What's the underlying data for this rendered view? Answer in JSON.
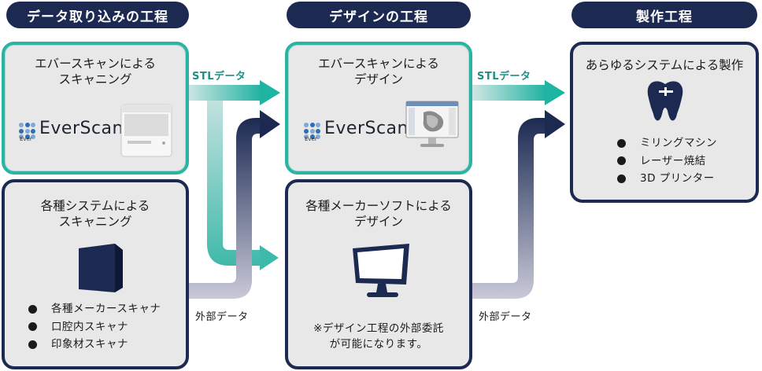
{
  "headers": {
    "data_capture": "データ取り込みの工程",
    "design": "デザインの工程",
    "production": "製作工程"
  },
  "cards": {
    "everscan_scan": {
      "line1": "エバースキャンによる",
      "line2": "スキャニング",
      "logo_word": "EverScan",
      "logo_small": "Ever"
    },
    "various_scan": {
      "line1": "各種システムによる",
      "line2": "スキャニング",
      "bullets": [
        "各種メーカースキャナ",
        "口腔内スキャナ",
        "印象材スキャナ"
      ]
    },
    "everscan_design": {
      "line1": "エバースキャンによる",
      "line2": "デザイン",
      "logo_word": "EverScan",
      "logo_small": "Ever"
    },
    "maker_design": {
      "line1": "各種メーカーソフトによる",
      "line2": "デザイン",
      "note1": "※デザイン工程の外部委託",
      "note2": "が可能になります。"
    },
    "production": {
      "title": "あらゆるシステムによる製作",
      "bullets": [
        "ミリングマシン",
        "レーザー焼結",
        "3D プリンター"
      ]
    }
  },
  "flows": {
    "stl_1": "STLデータ",
    "ext_1": "外部データ",
    "stl_2": "STLデータ",
    "ext_2": "外部データ"
  },
  "colors": {
    "navy": "#1c2a52",
    "teal": "#2bb3a3",
    "card_bg": "#e8e8e8"
  }
}
